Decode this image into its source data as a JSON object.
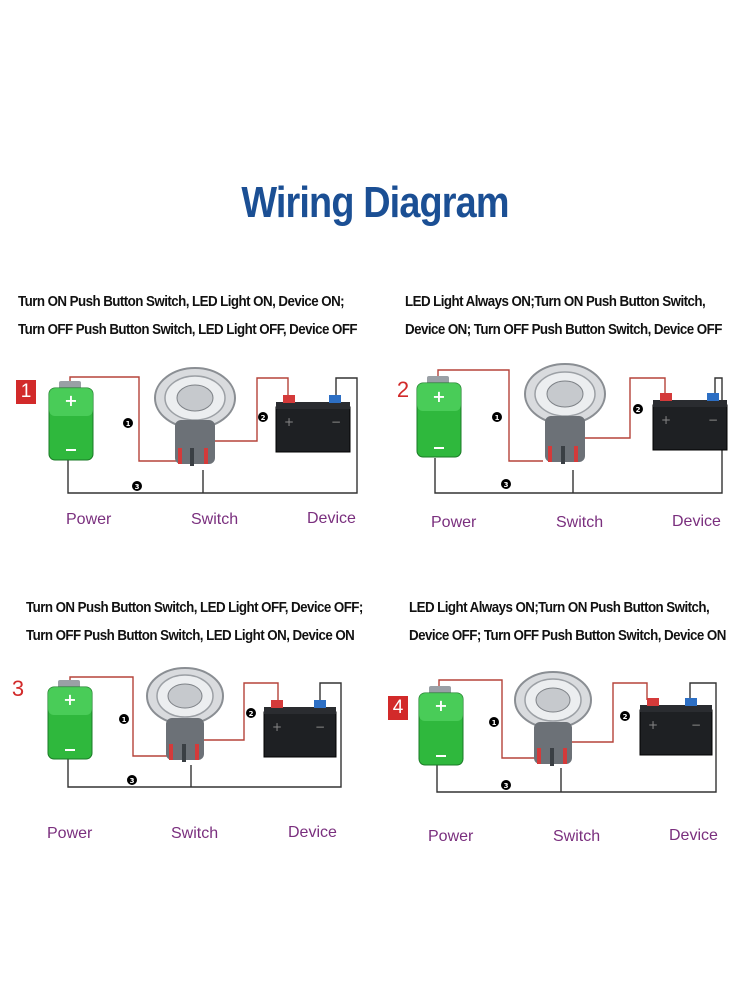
{
  "title": "Wiring Diagram",
  "labels": {
    "power": "Power",
    "switch": "Switch",
    "device": "Device"
  },
  "node_markers": [
    "1",
    "2",
    "3"
  ],
  "panels": [
    {
      "number": "1",
      "line1": "Turn ON Push Button Switch, LED Light ON, Device ON;",
      "line2": "Turn OFF Push Button Switch, LED Light OFF, Device OFF"
    },
    {
      "number": "2",
      "line1": "LED Light Always ON;Turn ON Push Button Switch,",
      "line2": "Device ON; Turn OFF Push Button Switch,  Device OFF"
    },
    {
      "number": "3",
      "line1": "Turn ON Push Button Switch, LED Light OFF, Device OFF;",
      "line2": "Turn OFF Push Button Switch, LED Light ON, Device ON"
    },
    {
      "number": "4",
      "line1": "LED Light Always ON;Turn ON Push Button Switch,",
      "line2": "Device OFF; Turn OFF Push Button Switch,  Device ON"
    }
  ],
  "colors": {
    "title": "#1b4f94",
    "label": "#7a2f7e",
    "number": "#d22a2a",
    "wire_pos": "#b5433a",
    "wire_neg": "#333333",
    "battery": "#2fb83d"
  }
}
